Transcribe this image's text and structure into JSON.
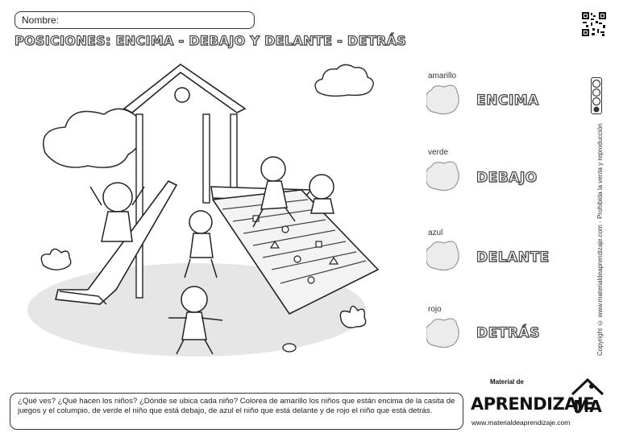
{
  "worksheet": {
    "name_label": "Nombre:",
    "title": "POSICIONES: ENCIMA - DEBAJO Y DELANTE - DETRÁS"
  },
  "legend": [
    {
      "color_word": "amarillo",
      "position_word": "ENCIMA"
    },
    {
      "color_word": "verde",
      "position_word": "DEBAJO"
    },
    {
      "color_word": "azul",
      "position_word": "DELANTE"
    },
    {
      "color_word": "rojo",
      "position_word": "DETRÁS"
    }
  ],
  "instructions": "¿Qué ves? ¿Qué hacen los niños? ¿Dónde se ubica cada niño?  Colorea de amarillo los niños que están encima de la casita de juegos y el columpio, de verde el niño que está debajo, de azul el niño que está delante y de rojo el niño que está detrás.",
  "copyright": "Copyright © www.materialdeaprendizaje.com - Prohibida la venta y reproducción",
  "brand": {
    "small": "Material de",
    "big": "APRENDIZAJE",
    "url": "www.materialdeaprendizaje.com",
    "logo_letters": "MA"
  },
  "icons": {
    "qr": "qr-code-icon",
    "license": "creative-commons-icon"
  }
}
